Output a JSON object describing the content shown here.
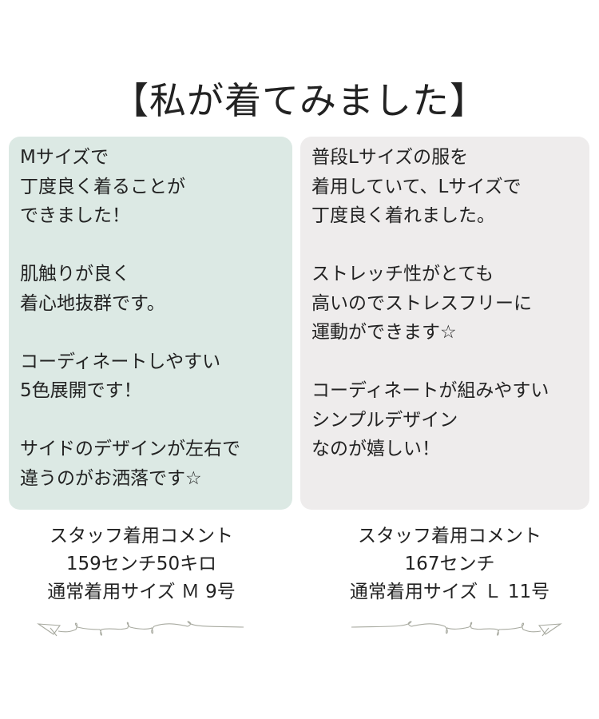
{
  "title": "【私が着てみました】",
  "left_box": {
    "paragraphs": [
      [
        "Mサイズで",
        "丁度良く着ることが",
        "できました！"
      ],
      [
        "肌触りが良く",
        "着心地抜群です。"
      ],
      [
        "コーディネートしやすい",
        "5色展開です！"
      ],
      [
        "サイドのデザインが左右で",
        "違うのがお洒落です☆"
      ]
    ]
  },
  "right_box": {
    "paragraphs": [
      [
        "普段Lサイズの服を",
        "着用していて、Lサイズで",
        "丁度良く着れました。"
      ],
      [
        "ストレッチ性がとても",
        "高いのでストレスフリーに",
        "運動ができます☆"
      ],
      [
        "コーディネートが組みやすい",
        "シンプルデザイン",
        "なのが嬉しい！"
      ]
    ]
  },
  "left_caption": [
    "スタッフ着用コメント",
    "159センチ50キロ",
    "通常着用サイズ Ｍ 9号"
  ],
  "right_caption": [
    "スタッフ着用コメント",
    "167センチ",
    "通常着用サイズ Ｌ 11号"
  ],
  "colors": {
    "left_box": "#dce9e4",
    "right_box": "#eeecec",
    "decoration": "#a8aaa0"
  }
}
